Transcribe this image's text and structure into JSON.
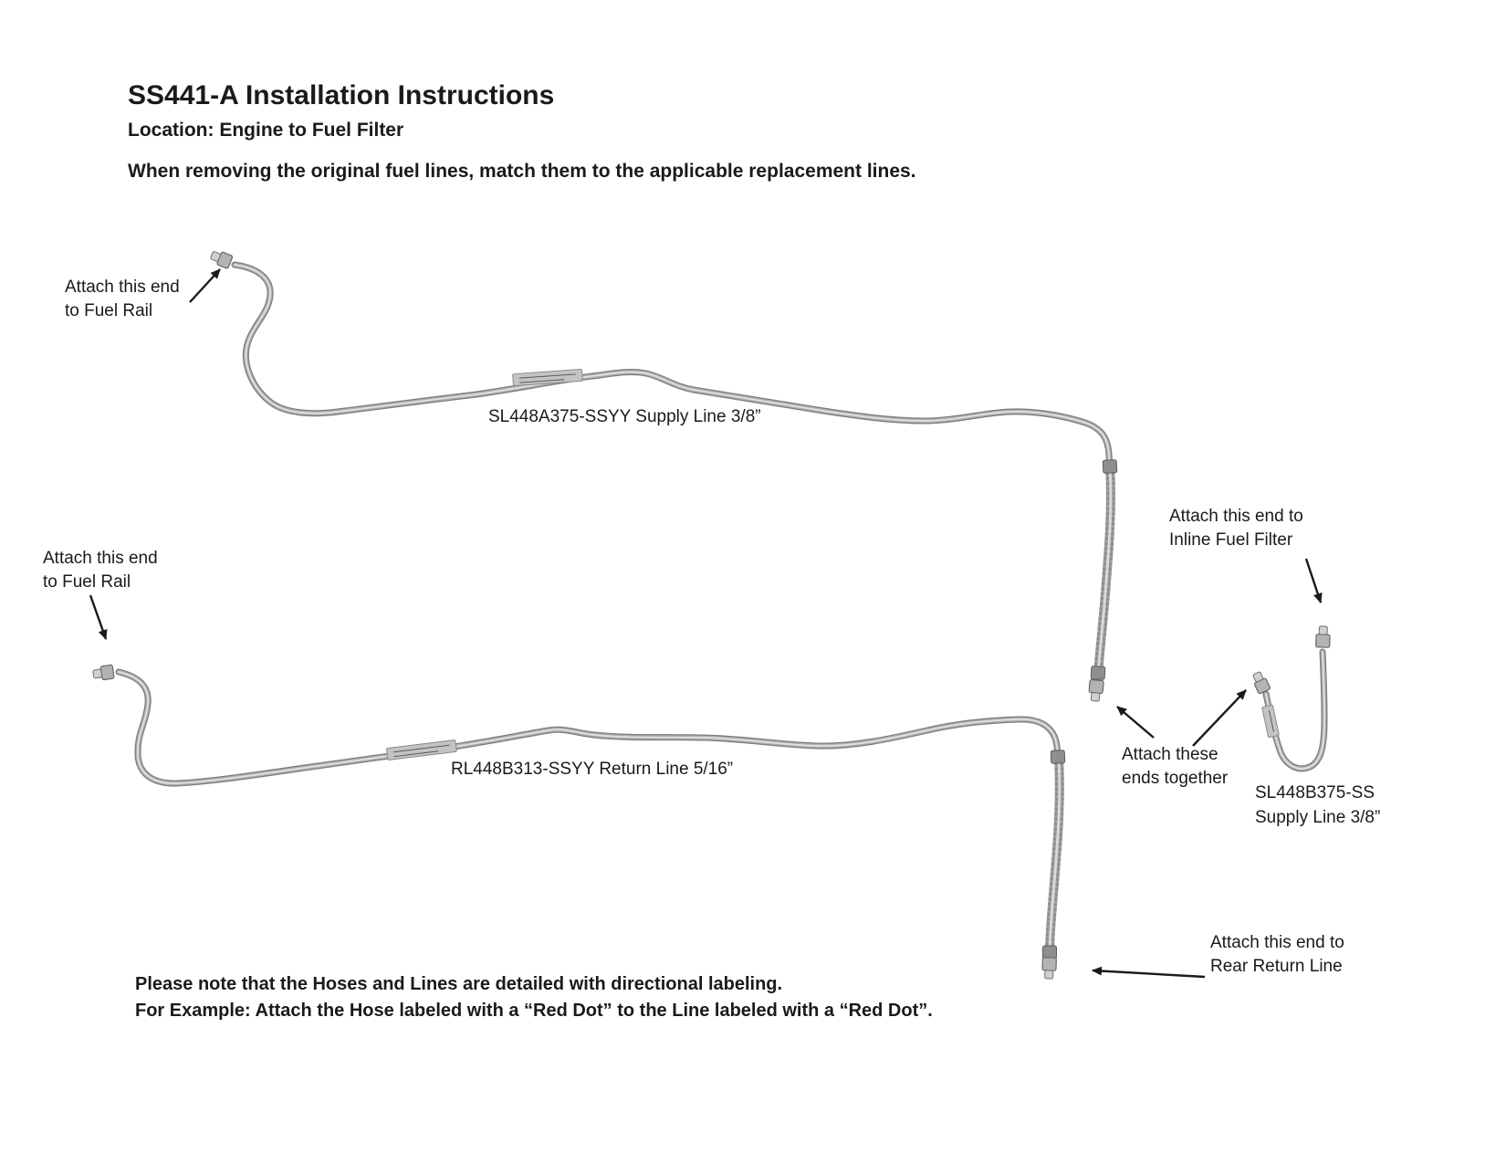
{
  "palette": {
    "ink": "#1a1a1a",
    "tube_gray": "#9a9a9a",
    "background": "#ffffff"
  },
  "header": {
    "title": "SS441-A Installation Instructions",
    "location": "Location: Engine to Fuel Filter",
    "intro": "When removing the original fuel lines, match them to the applicable replacement lines."
  },
  "labels": {
    "supply_line": "SL448A375-SSYY Supply Line 3/8”",
    "return_line": "RL448B313-SSYY Return Line 5/16”",
    "jumper_line": "SL448B375-SS\nSupply Line 3/8”"
  },
  "annotations": {
    "fuel_rail_supply": "Attach this end\nto Fuel Rail",
    "fuel_rail_return": "Attach this end\nto Fuel Rail",
    "inline_fuel_filter": "Attach this end to\nInline Fuel Filter",
    "ends_together": "Attach these\nends together",
    "rear_return_line": "Attach this end to\nRear Return Line"
  },
  "footer": {
    "note1": "Please note that the Hoses and Lines are detailed with directional labeling.",
    "note2": "For Example: Attach the Hose labeled with a “Red Dot” to the Line labeled with a “Red Dot”."
  }
}
